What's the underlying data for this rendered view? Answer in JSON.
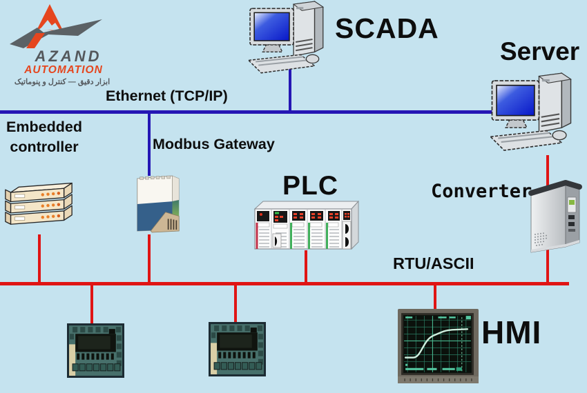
{
  "title": "Industrial SCADA network architecture diagram",
  "logo": {
    "name": "AZAND",
    "subtitle": "AUTOMATION",
    "tagline": "ابزار دقیق — کنترل و پنوماتیک"
  },
  "nodes": {
    "scada": {
      "label": "SCADA",
      "icon": "desktop-computer"
    },
    "server": {
      "label": "Server",
      "icon": "desktop-computer"
    },
    "embedded_controller": {
      "label": "Embedded controller",
      "icon": "controller-stack"
    },
    "modbus_gateway": {
      "label": "Modbus Gateway",
      "icon": "din-rail-gateway"
    },
    "plc": {
      "label": "PLC",
      "icon": "plc-rack"
    },
    "converter": {
      "label": "Converter",
      "icon": "converter-box"
    },
    "hmi": {
      "label": "HMI",
      "icon": "oscilloscope-display"
    },
    "chip_1": {
      "label": "",
      "icon": "microchip"
    },
    "chip_2": {
      "label": "",
      "icon": "microchip"
    }
  },
  "buses": {
    "ethernet": {
      "label": "Ethernet (TCP/IP)"
    },
    "serial": {
      "label": "RTU/ASCII"
    }
  },
  "connections": [
    {
      "from": "scada",
      "to": "ethernet"
    },
    {
      "from": "server",
      "to": "ethernet"
    },
    {
      "from": "modbus_gateway",
      "to": "ethernet"
    },
    {
      "from": "embedded_controller",
      "to": "serial"
    },
    {
      "from": "modbus_gateway",
      "to": "serial"
    },
    {
      "from": "plc",
      "to": "serial"
    },
    {
      "from": "server",
      "to": "serial",
      "via": "converter"
    },
    {
      "from": "hmi",
      "to": "serial"
    },
    {
      "from": "chip_1",
      "to": "serial"
    },
    {
      "from": "chip_2",
      "to": "serial"
    }
  ],
  "colors": {
    "background": "#c5e3ef",
    "ethernet_line": "#2516b4",
    "serial_line": "#e01414",
    "label_text": "#0d0d0d",
    "logo_red": "#e5461e",
    "logo_gray": "#54585c"
  }
}
